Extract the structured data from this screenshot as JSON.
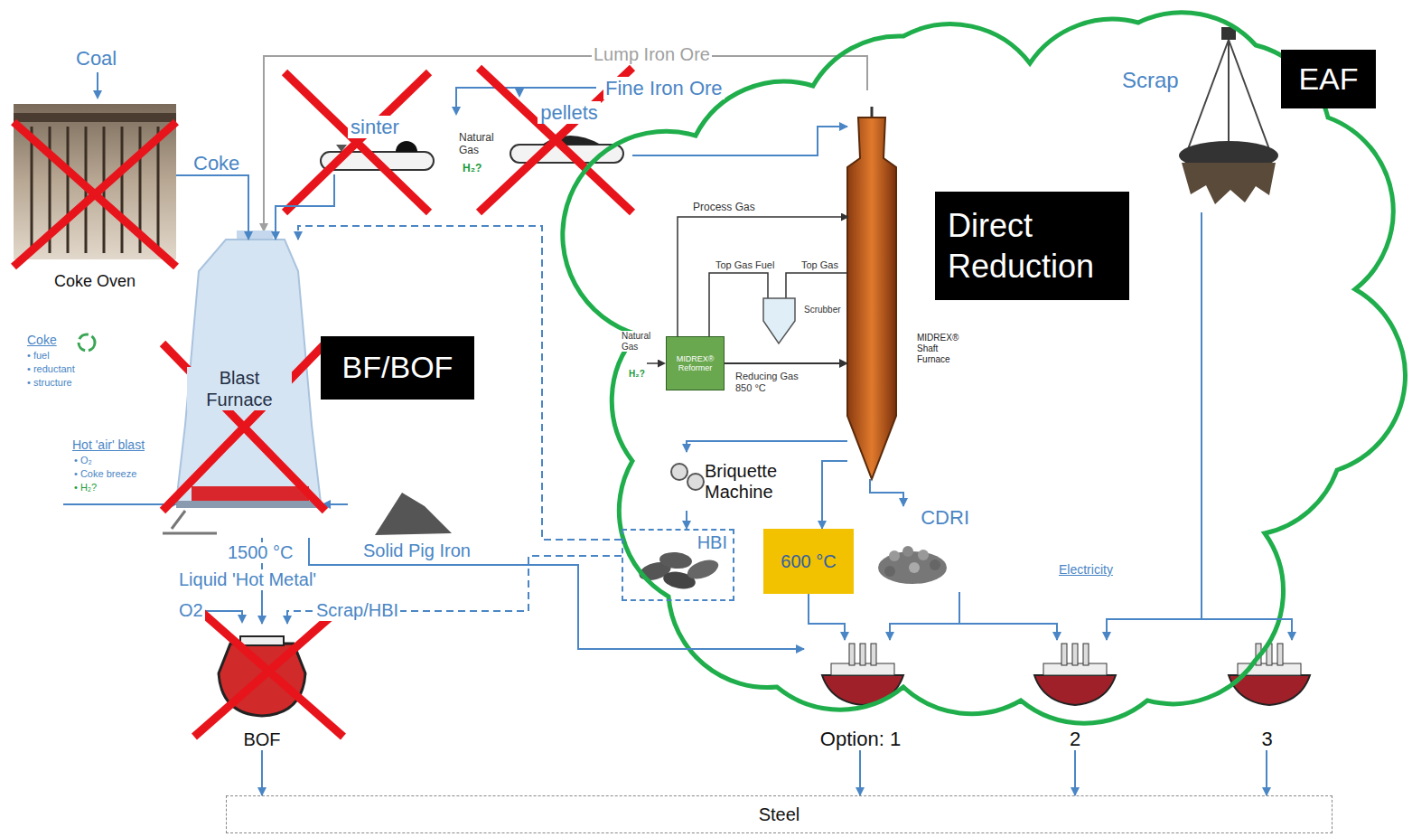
{
  "diagram": {
    "nodes": [
      {
        "text": [
          "Coke Oven"
        ]
      },
      {
        "text": [
          "sinter"
        ]
      },
      {
        "text": [
          "pellets"
        ]
      },
      {
        "text": [
          "Blast Furnace"
        ]
      },
      {
        "text": [
          "BF/BOF"
        ]
      },
      {
        "text": [
          "BOF"
        ]
      },
      {
        "text": [
          "MIDREX® Reformer"
        ]
      },
      {
        "text": [
          "MIDREX® Shaft Furnace"
        ]
      },
      {
        "text": [
          "Direct Reduction"
        ]
      },
      {
        "text": [
          "Briquette Machine"
        ]
      },
      {
        "text": [
          "HBI"
        ]
      },
      {
        "text": [
          "600 °C"
        ]
      },
      {
        "text": [
          "CDRI"
        ]
      },
      {
        "text": [
          "Scrap"
        ]
      },
      {
        "text": [
          "EAF"
        ]
      },
      {
        "text": [
          "Option: 1"
        ]
      },
      {
        "text": [
          "2"
        ]
      },
      {
        "text": [
          "3"
        ]
      },
      {
        "text": [
          "Steel"
        ]
      }
    ],
    "edges": [
      {
        "from": 0,
        "to": 3,
        "arrow": "to",
        "label": "Coke"
      },
      {
        "from": 1,
        "to": 3,
        "arrow": "to"
      },
      {
        "from": 2,
        "to": 7,
        "arrow": "to"
      },
      {
        "from": 3,
        "to": 5,
        "arrow": "to",
        "label": "Liquid 'Hot Metal'"
      },
      {
        "from": 3,
        "to": 15,
        "arrow": "to",
        "label": "Solid Pig Iron"
      },
      {
        "from": 10,
        "to": 5,
        "arrow": "to",
        "label": "Scrap/HBI"
      },
      {
        "from": 10,
        "to": 3,
        "arrow": "to"
      },
      {
        "from": 6,
        "to": 7,
        "arrow": "to",
        "label": "Reducing Gas 850 °C"
      },
      {
        "from": 7,
        "to": 9,
        "arrow": "to"
      },
      {
        "from": 7,
        "to": 11,
        "arrow": "to"
      },
      {
        "from": 7,
        "to": 12,
        "arrow": "to"
      },
      {
        "from": 9,
        "to": 10,
        "arrow": "to"
      },
      {
        "from": 12,
        "to": 15,
        "arrow": "to"
      },
      {
        "from": 12,
        "to": 16,
        "arrow": "to"
      },
      {
        "from": 11,
        "to": 15,
        "arrow": "to"
      },
      {
        "from": 13,
        "to": 16,
        "arrow": "to"
      },
      {
        "from": 13,
        "to": 17,
        "arrow": "to"
      },
      {
        "from": 5,
        "to": 18,
        "arrow": "to"
      },
      {
        "from": 15,
        "to": 18,
        "arrow": "to"
      },
      {
        "from": 16,
        "to": 18,
        "arrow": "to"
      },
      {
        "from": 17,
        "to": 18,
        "arrow": "to"
      }
    ],
    "labels": [
      "Coal",
      "Lump Iron Ore",
      "Fine Iron Ore",
      "Natural Gas",
      "H₂?",
      "Coke",
      "• fuel",
      "• reductant",
      "• structure",
      "Hot 'air' blast",
      "• O₂",
      "• Coke breeze",
      "• H₂?",
      "1500 °C",
      "O2",
      "Process Gas",
      "Top Gas Fuel",
      "Top Gas",
      "Scrubber",
      "Natural Gas",
      "H₂?",
      "Electricity"
    ]
  }
}
